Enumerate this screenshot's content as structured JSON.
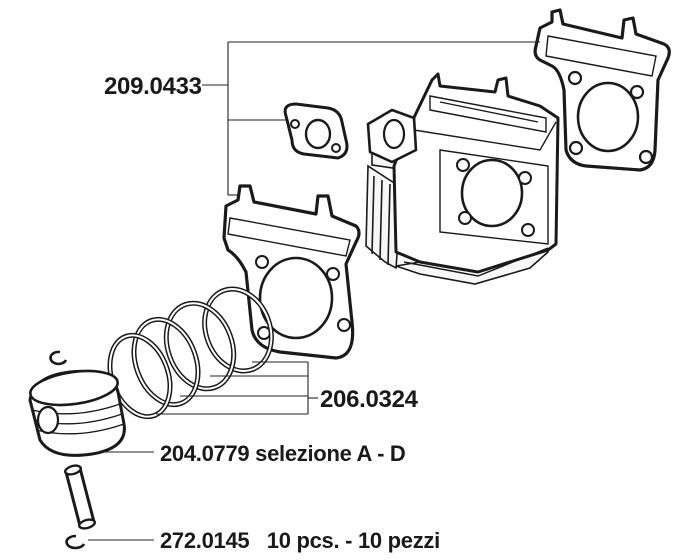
{
  "diagram": {
    "labels": {
      "gasket_kit": "209.0433",
      "piston_rings": "206.0324",
      "piston": "204.0779 selezione A - D",
      "pin_clips": "272.0145   10 pcs. - 10 pezzi"
    },
    "colors": {
      "ink": "#1a1a1a",
      "background": "#ffffff"
    }
  }
}
